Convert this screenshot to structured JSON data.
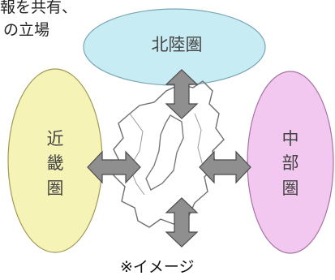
{
  "intro_lines": [
    "報を共有、",
    "の立場"
  ],
  "regions": {
    "north": {
      "label": "北陸圏",
      "fill": "#c8ecf3"
    },
    "west": {
      "chars": [
        "近",
        "畿",
        "圏"
      ],
      "fill": "#f5f3b6"
    },
    "east": {
      "chars": [
        "中",
        "部",
        "圏"
      ],
      "fill": "#f3c8f0"
    }
  },
  "center_map": "shiga-prefecture-outline",
  "arrow_color": "#8f8f8f",
  "caption": "※イメージ"
}
